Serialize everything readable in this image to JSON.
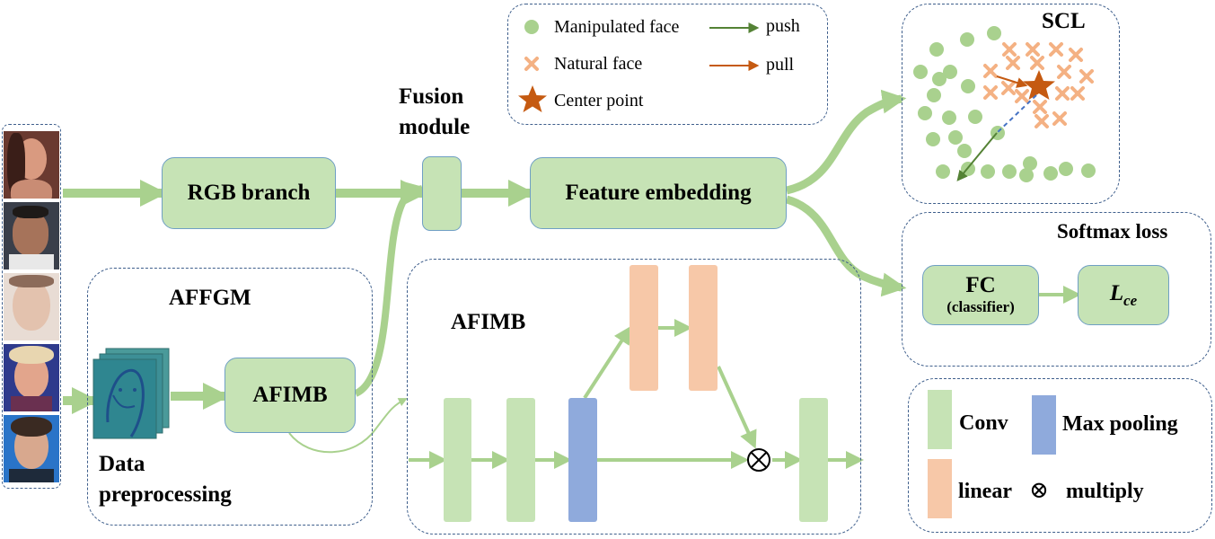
{
  "colors": {
    "module_fill": "#c6e3b5",
    "module_border": "#6f9fc4",
    "arrow": "#a9d18e",
    "conv": "#c6e3b5",
    "linear": "#f7c8a8",
    "max_pooling": "#8faadc",
    "dashed_border": "#3f5f8c",
    "manipulated_face": "#a9d18e",
    "natural_face": "#f4b183",
    "center_point": "#c55a11",
    "push_arrow": "#548235",
    "pull_arrow": "#c55a11"
  },
  "input_faces": {
    "count": 5,
    "icon": "face-photo-icon"
  },
  "rgb_branch": {
    "label": "RGB branch"
  },
  "fusion_module": {
    "label_line1": "Fusion",
    "label_line2": "module"
  },
  "feature_embedding": {
    "label": "Feature embedding"
  },
  "affgm": {
    "title": "AFFGM",
    "afimb_label": "AFIMB",
    "data_preprocessing_line1": "Data",
    "data_preprocessing_line2": "preprocessing"
  },
  "afimb_detail": {
    "title": "AFIMB",
    "multiply_symbol": "⊗"
  },
  "legend_top": {
    "manipulated_face": "Manipulated face",
    "natural_face": "Natural face",
    "center_point": "Center point",
    "push": "push",
    "pull": "pull"
  },
  "scl": {
    "title": "SCL"
  },
  "softmax": {
    "title": "Softmax loss",
    "fc_line1": "FC",
    "fc_line2": "(classifier)",
    "loss_main": "L",
    "loss_sub": "ce"
  },
  "legend_bottom": {
    "conv": "Conv",
    "max_pooling": "Max pooling",
    "linear": "linear",
    "multiply_symbol": "⊗",
    "multiply": "multiply"
  }
}
